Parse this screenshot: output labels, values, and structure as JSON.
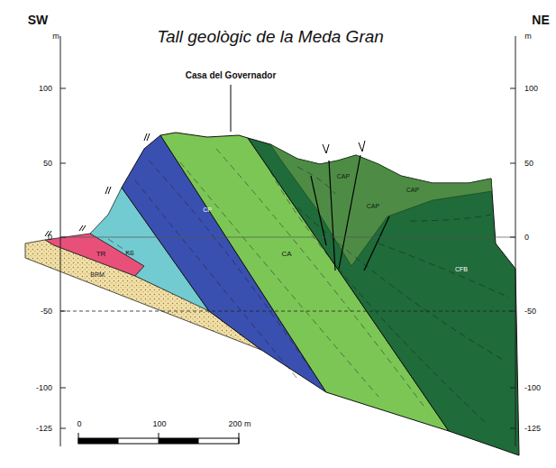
{
  "diagram": {
    "title": "Tall geològic de la Meda Gran",
    "labels": [
      "SW",
      "m",
      "NE",
      "m",
      "100",
      "50",
      "0",
      "-50",
      "-100",
      "-125",
      "100",
      "50",
      "0",
      "-50",
      "-100",
      "-125",
      "Casa del Governador",
      "BRM",
      "TR",
      "KS",
      "CP",
      "CA",
      "CAP",
      "CAP",
      "CAP",
      "CFB",
      "0",
      "100",
      "200 m"
    ]
  }
}
